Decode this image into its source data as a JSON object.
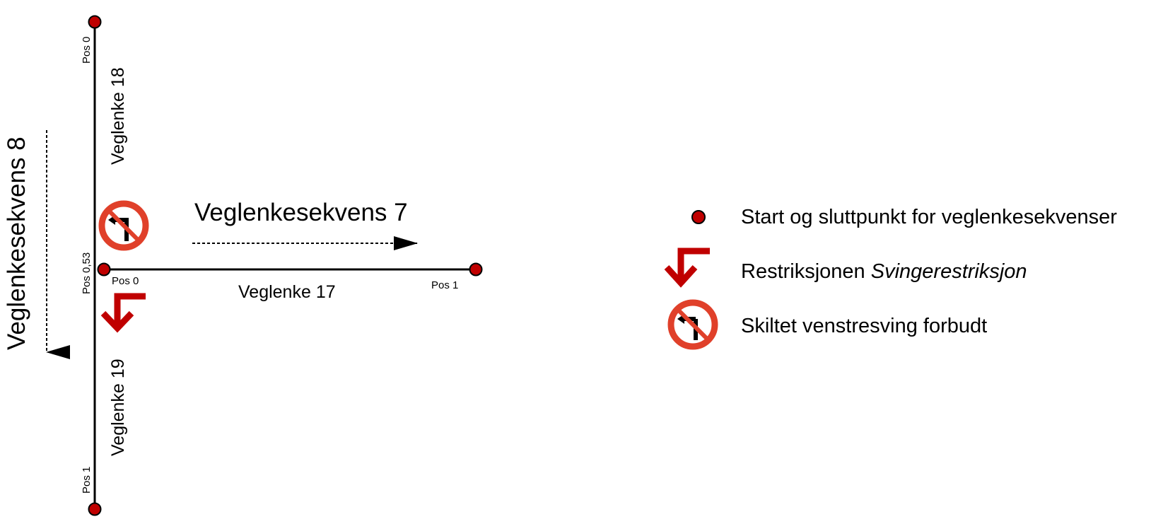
{
  "sequences": {
    "seq7": "Veglenkesekvens 7",
    "seq8": "Veglenkesekvens 8"
  },
  "links": {
    "l17": "Veglenke 17",
    "l18": "Veglenke 18",
    "l19": "Veglenke 19"
  },
  "positions": {
    "v_top": "Pos 0",
    "v_bottom": "Pos 1",
    "v_junction": "Pos 0,53",
    "h_start": "Pos 0",
    "h_end": "Pos 1"
  },
  "legend": {
    "endpoint": "Start og sluttpunkt for veglenkesekvenser",
    "restriction_prefix": "Restriksjonen ",
    "restriction_name": "Svingerestriksjon",
    "sign": "Skiltet venstresving forbudt"
  },
  "colors": {
    "node_fill": "#c00000",
    "restriction_arrow": "#c00000",
    "sign_ring": "#e0402a",
    "line": "#000000"
  },
  "icons": [
    "node-dot-icon",
    "turn-restriction-arrow-icon",
    "no-left-turn-sign-icon"
  ]
}
